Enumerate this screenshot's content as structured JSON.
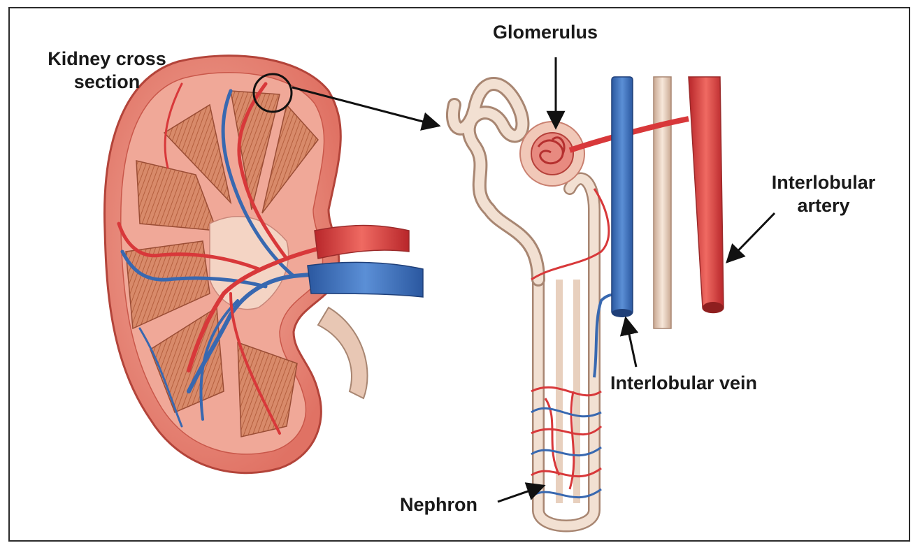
{
  "labels": {
    "kidney_cross_section": "Kidney cross section",
    "glomerulus": "Glomerulus",
    "interlobular_artery": "Interlobular artery",
    "interlobular_vein": "Interlobular vein",
    "nephron": "Nephron"
  },
  "colors": {
    "artery": "#d8383a",
    "vein": "#3868b0",
    "tubule": "#ead2c0",
    "kidney_tissue": "#e67c6c",
    "pyramid": "#c8755a",
    "frame": "#2b2b2b"
  }
}
